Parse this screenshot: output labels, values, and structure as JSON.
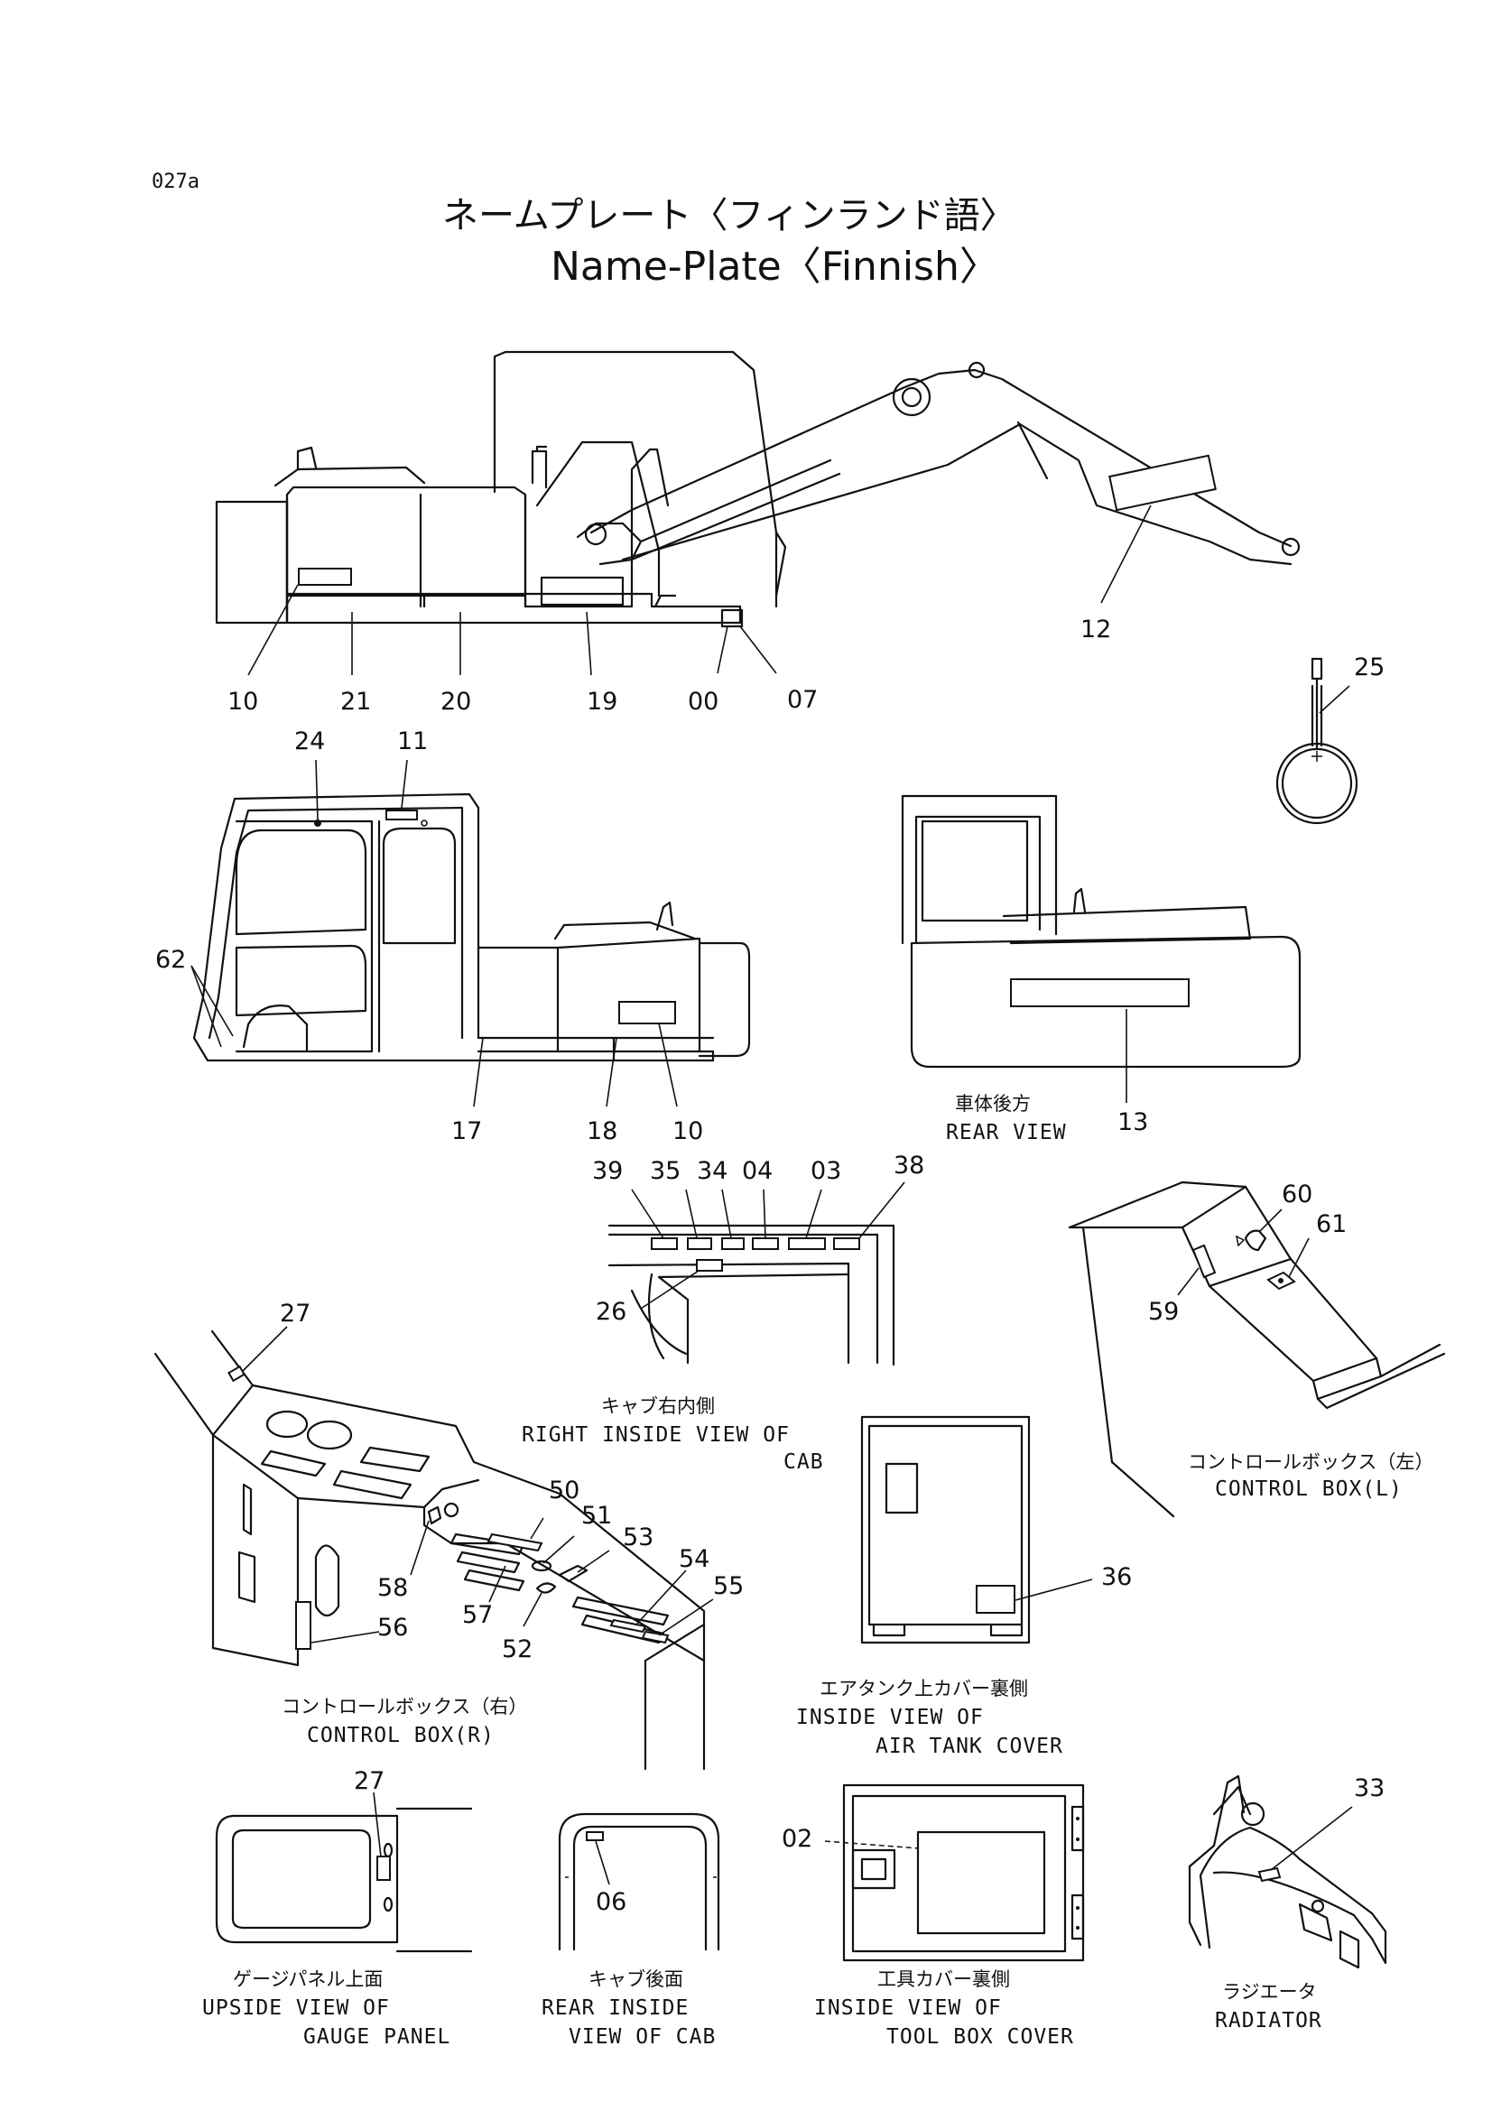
{
  "page_code": "027a",
  "title_jp": "ネームプレート〈フィンランド語〉",
  "title_en": "Name-Plate〈Finnish〉",
  "part_numbers": {
    "p00": "00",
    "p02": "02",
    "p03": "03",
    "p04": "04",
    "p06": "06",
    "p07": "07",
    "p10a": "10",
    "p10b": "10",
    "p11": "11",
    "p12": "12",
    "p13": "13",
    "p17": "17",
    "p18": "18",
    "p19": "19",
    "p20": "20",
    "p21": "21",
    "p24": "24",
    "p25": "25",
    "p26": "26",
    "p27a": "27",
    "p27b": "27",
    "p33": "33",
    "p34": "34",
    "p35": "35",
    "p36": "36",
    "p38": "38",
    "p39": "39",
    "p50": "50",
    "p51": "51",
    "p52": "52",
    "p53": "53",
    "p54": "54",
    "p55": "55",
    "p56": "56",
    "p57": "57",
    "p58": "58",
    "p59": "59",
    "p60": "60",
    "p61": "61",
    "p62": "62"
  },
  "captions": {
    "rear_view": {
      "jp": "車体後方",
      "en": [
        "REAR VIEW"
      ]
    },
    "right_inside_cab": {
      "jp": "キャブ右内側",
      "en": [
        "RIGHT INSIDE VIEW OF",
        "CAB"
      ]
    },
    "control_box_left": {
      "jp": "コントロールボックス（左）",
      "en": [
        "CONTROL BOX(L)"
      ]
    },
    "control_box_right": {
      "jp": "コントロールボックス（右）",
      "en": [
        "CONTROL BOX(R)"
      ]
    },
    "air_tank_cover": {
      "jp": "エアタンク上カバー裏側",
      "en": [
        "INSIDE VIEW OF",
        "AIR TANK COVER"
      ]
    },
    "gauge_panel": {
      "jp": "ゲージパネル上面",
      "en": [
        "UPSIDE VIEW OF",
        "GAUGE PANEL"
      ]
    },
    "rear_cab": {
      "jp": "キャブ後面",
      "en": [
        "REAR INSIDE",
        "VIEW OF CAB"
      ]
    },
    "tool_box_cover": {
      "jp": "工具カバー裏側",
      "en": [
        "INSIDE VIEW OF",
        "TOOL BOX COVER"
      ]
    },
    "radiator": {
      "jp": "ラジエータ",
      "en": [
        "RADIATOR"
      ]
    }
  }
}
